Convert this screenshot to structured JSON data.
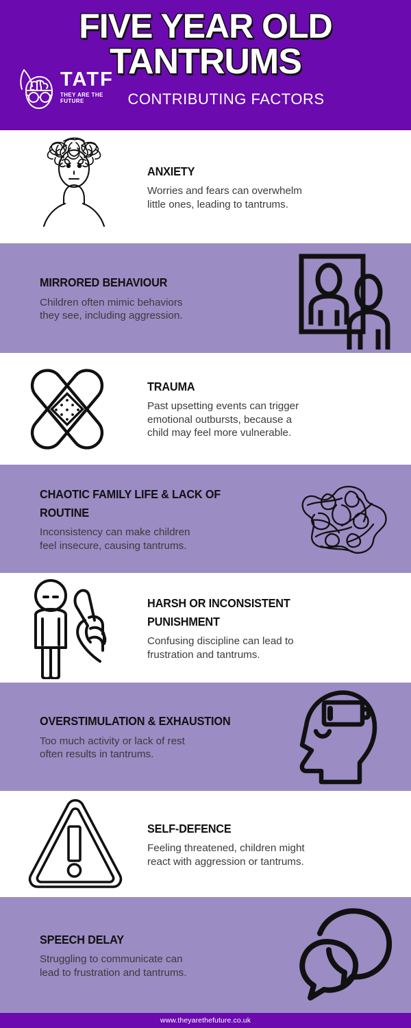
{
  "header": {
    "title_line1": "FIVE YEAR OLD",
    "title_line2": "TANTRUMS",
    "subtitle": "CONTRIBUTING FACTORS",
    "bg_color": "#6a0aaf",
    "logo": {
      "word": "TATF",
      "tagline": "THEY ARE THE FUTURE",
      "mark_name": "head-with-brain-and-glasses-logo"
    }
  },
  "palette": {
    "deep_purple": "#6a0aaf",
    "light_purple": "#9b8cc4",
    "white": "#ffffff",
    "ink": "#111111",
    "body_text": "#3a3a3a"
  },
  "sections": [
    {
      "heading": "ANXIETY",
      "body": "Worries and fears can overwhelm\nlittle ones, leading to tantrums.",
      "icon": "anxious-child-scribble-head-icon",
      "icon_side": "left",
      "background": "white",
      "height": 165
    },
    {
      "heading": "MIRRORED BEHAVIOUR",
      "body": "Children often mimic behaviors\nthey see, including aggression.",
      "icon": "person-in-mirror-icon",
      "icon_side": "right",
      "background": "tint",
      "height": 160
    },
    {
      "heading": "TRAUMA",
      "body": "Past upsetting events can trigger\nemotional outbursts, because a\nchild may feel more vulnerable.",
      "icon": "crossed-bandages-icon",
      "icon_side": "left",
      "background": "white",
      "height": 163
    },
    {
      "heading": "CHAOTIC FAMILY LIFE & LACK OF\nROUTINE",
      "body": "Inconsistency can make children\nfeel insecure, causing tantrums.",
      "icon": "tangled-scribble-icon",
      "icon_side": "right",
      "background": "tint",
      "height": 158
    },
    {
      "heading": "HARSH OR INCONSISTENT\nPUNISHMENT",
      "body": "Confusing discipline can lead to\nfrustration and tantrums.",
      "icon": "pointing-finger-at-child-icon",
      "icon_side": "left",
      "background": "white",
      "height": 160
    },
    {
      "heading": "OVERSTIMULATION & EXHAUSTION",
      "body": "Too much activity or lack of rest\noften results in tantrums.",
      "icon": "head-with-low-battery-icon",
      "icon_side": "right",
      "background": "tint",
      "height": 158
    },
    {
      "heading": "SELF-DEFENCE",
      "body": "Feeling threatened, children might\nreact with aggression or tantrums.",
      "icon": "warning-triangle-icon",
      "icon_side": "left",
      "background": "white",
      "height": 155
    },
    {
      "heading": "SPEECH DELAY",
      "body": "Struggling to communicate can\nlead to frustration and tantrums.",
      "icon": "speech-bubbles-icon",
      "icon_side": "right",
      "background": "tint",
      "height": 169
    }
  ],
  "footer": {
    "url": "www.theyarethefuture.co.uk"
  }
}
